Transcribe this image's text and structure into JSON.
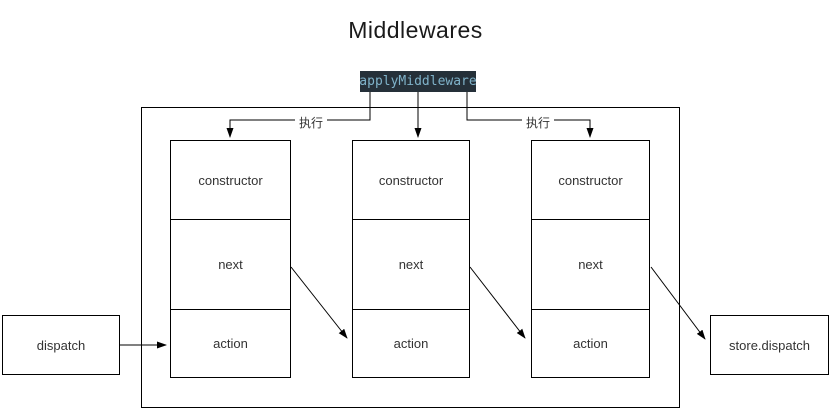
{
  "title": "Middlewares",
  "apply_middleware": {
    "label": "applyMiddleware"
  },
  "edge_labels": {
    "left": "执行",
    "right": "执行"
  },
  "middlewares": [
    {
      "sections": [
        "constructor",
        "next",
        "action"
      ]
    },
    {
      "sections": [
        "constructor",
        "next",
        "action"
      ]
    },
    {
      "sections": [
        "constructor",
        "next",
        "action"
      ]
    }
  ],
  "dispatch": {
    "label": "dispatch"
  },
  "store_dispatch": {
    "label": "store.dispatch"
  },
  "colors": {
    "badge_background": "#253039",
    "badge_text": "#7fb2c9",
    "line": "#000000",
    "label_text": "#333333",
    "background": "#ffffff"
  }
}
